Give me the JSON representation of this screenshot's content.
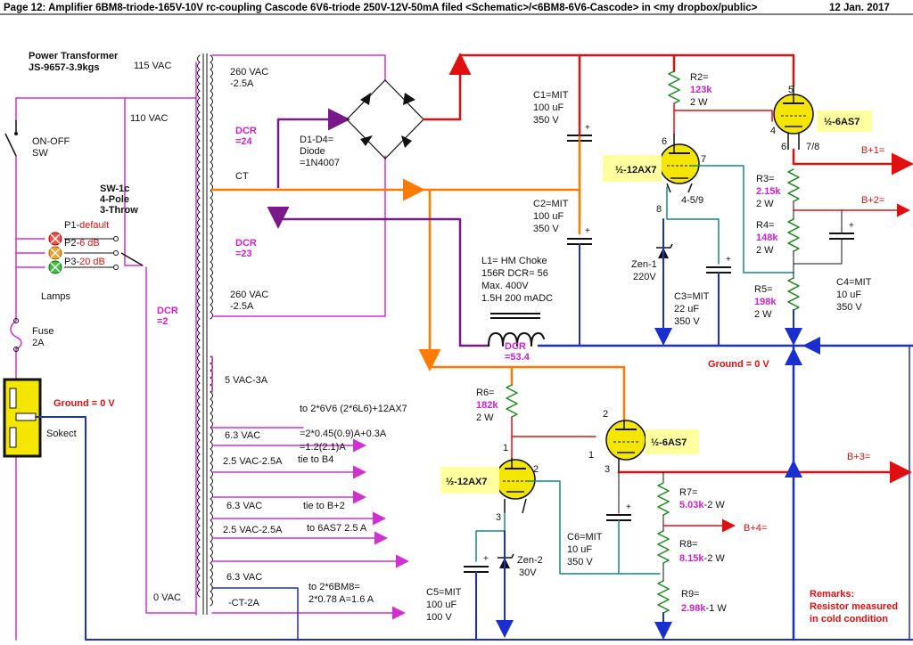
{
  "header": {
    "title": "Page 12: Amplifier 6BM8-triode-165V-10V rc-coupling Cascode 6V6-triode 250V-12V-50mA   filed <Schematic>/<6BM8-6V6-Cascode> in <my dropbox/public>",
    "date": "12 Jan.  2017"
  },
  "transformer": {
    "title": "Power Transformer",
    "model": "JS-9657-3.9kgs",
    "primary_115": "115 VAC",
    "primary_110": "110 VAC",
    "primary_0": "0 VAC",
    "dcr_primary_label": "DCR",
    "dcr_primary_value": "=2",
    "hv_top": "260 VAC",
    "hv_top_current": "-2.5A",
    "hv_bottom": "260 VAC",
    "hv_bottom_current": "-2.5A",
    "ct": "CT",
    "dcr_top_label": "DCR",
    "dcr_top_value": "=24",
    "dcr_bottom_label": "DCR",
    "dcr_bottom_value": "=23",
    "s_5v": "5 VAC-3A",
    "s_63_a": "6.3 VAC",
    "s_25_a": "2.5 VAC-2.5A",
    "s_63_b": "6.3 VAC",
    "s_25_b": "2.5 VAC-2.5A",
    "s_63_c": "6.3 VAC",
    "s_ct": "-CT-2A",
    "note_6v6": "to 2*6V6 (2*6L6)+12AX7",
    "note_6v6_calc1": "=2*0.45(0.9)A+0.3A",
    "note_6v6_calc2": "=1.2(2.1)A",
    "note_b4": "tie to B4",
    "note_b2": "tie to B+2",
    "note_6as7": "to 6AS7 2.5 A",
    "note_6bm8": "to 2*6BM8=",
    "note_6bm8_calc": "2*0.78 A=1.6 A"
  },
  "switches": {
    "onoff": "ON-OFF",
    "onoff_sw": "SW",
    "sw1c": "SW-1c",
    "sw1c_pole": "4-Pole",
    "sw1c_throw": "3-Throw",
    "p1_name": "P1-",
    "p1_val": "default",
    "p2_name": "P2-",
    "p2_val": "6 dB",
    "p3_name": "P3-",
    "p3_val": "20 dB",
    "lamps": "Lamps",
    "fuse": "Fuse",
    "fuse_rating": "2A",
    "socket": "Sokect",
    "ground_left": "Ground = 0 V"
  },
  "rectifier": {
    "d_label": "D1-D4=",
    "d_type": "Diode",
    "d_part": "=1N4007"
  },
  "components": {
    "c1": [
      "C1=MIT",
      "100 uF",
      "350 V"
    ],
    "c2": [
      "C2=MIT",
      "100 uF",
      "350 V"
    ],
    "c3": [
      "C3=MIT",
      "22 uF",
      "350 V"
    ],
    "c4": [
      "C4=MIT",
      "10 uF",
      "350 V"
    ],
    "c5": [
      "C5=MIT",
      "100 uF",
      "100 V"
    ],
    "c6": [
      "C6=MIT",
      "10 uF",
      "350 V"
    ],
    "r2_name": "R2=",
    "r2_val": "123k",
    "r2_w": "2 W",
    "r3_name": "R3=",
    "r3_val": "2.15k",
    "r3_w": "2 W",
    "r4_name": "R4=",
    "r4_val": "148k",
    "r4_w": "2 W",
    "r5_name": "R5=",
    "r5_val": "198k",
    "r5_w": "2 W",
    "r6_name": "R6=",
    "r6_val": "182k",
    "r6_w": "2 W",
    "r7_name": "R7=",
    "r7_val": "5.03k",
    "r7_w": "-2 W",
    "r8_name": "R8=",
    "r8_val": "8.15k",
    "r8_w": "-2 W",
    "r9_name": "R9=",
    "r9_val": "2.98k",
    "r9_w": "-1 W",
    "zen1": "Zen-1",
    "zen1_v": "220V",
    "zen2": "Zen-2",
    "zen2_v": "30V",
    "choke": [
      "L1= HM Choke",
      "156R DCR= 56",
      "Max. 400V",
      "1.5H 200 mADC"
    ],
    "choke_dcr_label": "DCR",
    "choke_dcr_value": "=53.4"
  },
  "tubes": {
    "t1": "½-12AX7",
    "t2": "½-6AS7",
    "t3": "½-12AX7",
    "t4": "½-6AS7",
    "pin6": "6",
    "pin7": "7",
    "pin8": "8",
    "pin45": "4-5/9",
    "pin5": "5",
    "pin4": "4",
    "pin6b": "6",
    "pin78": "7/8",
    "pin1": "1",
    "pin2": "2",
    "pin3": "3",
    "pin2b": "2",
    "pin1b": "1",
    "pin3b": "3"
  },
  "outputs": {
    "b1": "B+1=",
    "b2": "B+2=",
    "b3": "B+3=",
    "b4": "B+4=",
    "ground_right": "Ground = 0 V"
  },
  "remarks": [
    "Remarks:",
    "Resistor measured",
    "in cold condition"
  ]
}
